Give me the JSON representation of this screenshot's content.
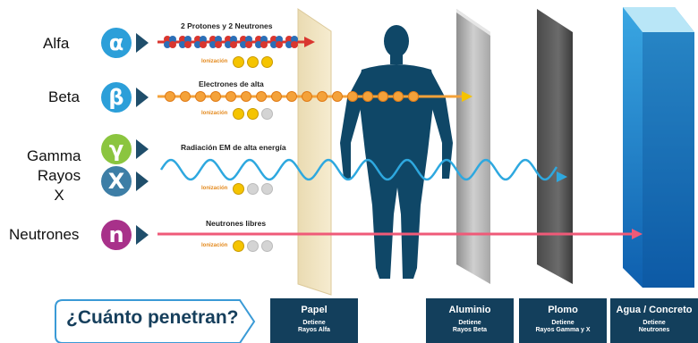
{
  "rows": [
    {
      "label": "Alfa",
      "symbol": "α",
      "title": "2 Protones y 2 Neutrones",
      "ionization_label": "Ionización",
      "ionization_level": 3,
      "color": "#2c9fd9"
    },
    {
      "label": "Beta",
      "symbol": "β",
      "title": "Electrones de alta",
      "ionization_label": "Ionización",
      "ionization_level": 2,
      "color": "#2c9fd9"
    },
    {
      "label": "Gamma",
      "symbol": "γ",
      "title": "Radiación EM de alta energía",
      "ionization_label": "Ionización",
      "ionization_level": 1,
      "color": "#8bc53f"
    },
    {
      "label": "Rayos X",
      "symbol": "X",
      "color": "#3d7ea6"
    },
    {
      "label": "Neutrones",
      "symbol": "n",
      "title": "Neutrones libres",
      "ionization_label": "Ionización",
      "ionization_level": 1,
      "color": "#a8318a"
    }
  ],
  "question": "¿Cuánto penetran?",
  "barriers": [
    {
      "name": "Papel",
      "line1": "Detiene",
      "line2": "Rayos Alfa"
    },
    {
      "name": "Aluminio",
      "line1": "Detiene",
      "line2": "Rayos Beta"
    },
    {
      "name": "Plomo",
      "line1": "Detiene",
      "line2": "Rayos Gamma y X"
    },
    {
      "name": "Agua / Concreto",
      "line1": "Detiene",
      "line2": "Neutrones"
    }
  ],
  "colors": {
    "navy": "#133f5c",
    "alpha_red": "#d9362f",
    "beta_orange": "#f4a23a",
    "wave_blue": "#2ea8df",
    "neutron_pink": "#ef5a78"
  }
}
